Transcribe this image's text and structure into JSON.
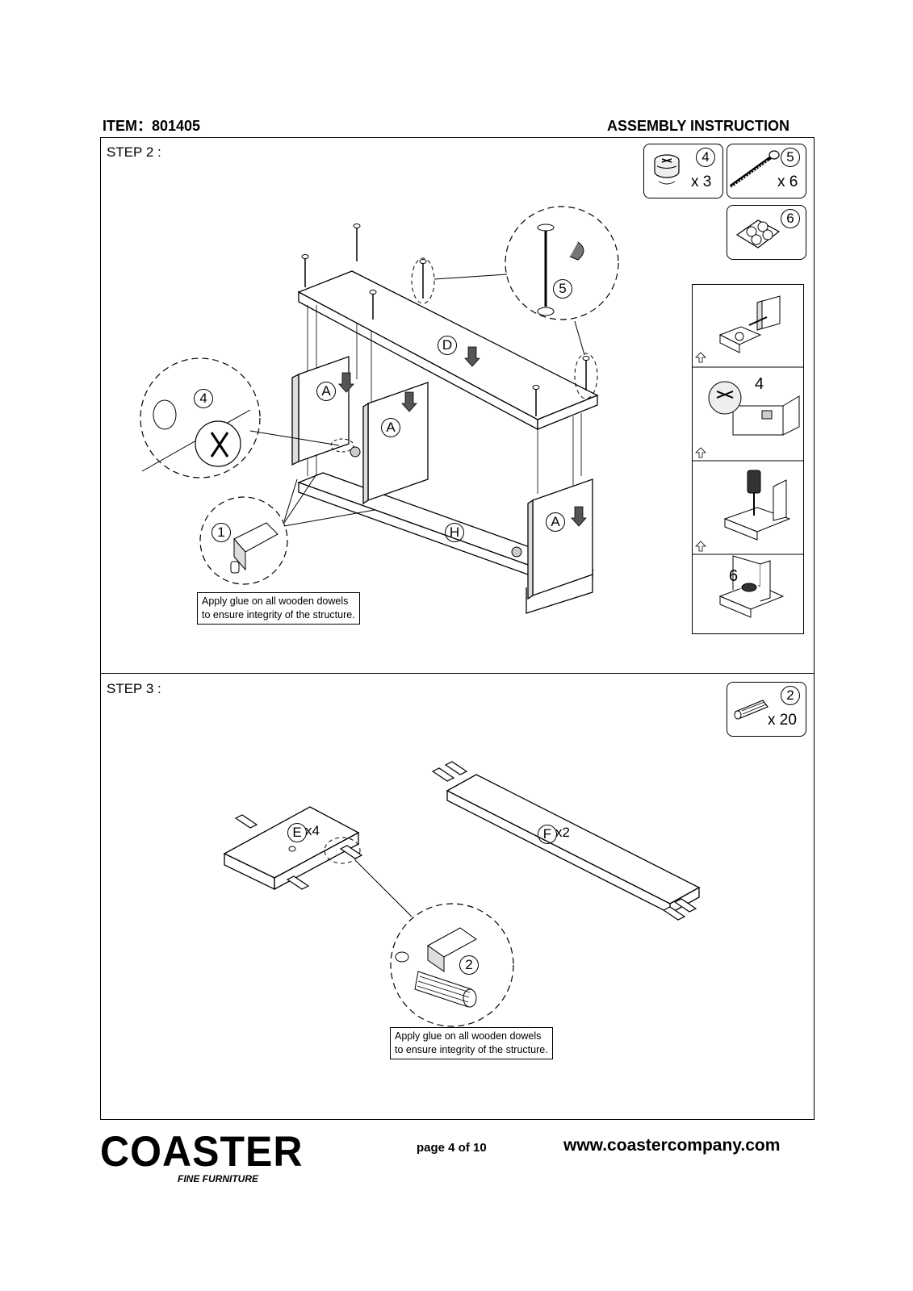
{
  "header": {
    "item_label": "ITEM：801405",
    "doc_title": "ASSEMBLY INSTRUCTION"
  },
  "step2": {
    "label": "STEP 2 :",
    "parts": [
      {
        "number": "4",
        "quantity": "x 3",
        "icon": "cam-lock-icon"
      },
      {
        "number": "5",
        "quantity": "x 6",
        "icon": "screw-bolt-icon"
      },
      {
        "number": "6",
        "quantity": "",
        "icon": "stickers-icon"
      }
    ],
    "callouts": {
      "detail_cam": "4",
      "detail_dowel": "1",
      "detail_screw": "5"
    },
    "panels": {
      "top": "D",
      "bottom": "H",
      "sides": [
        "A",
        "A",
        "A"
      ]
    },
    "sequence_numbers": [
      "4",
      "6"
    ],
    "note": [
      "Apply glue on all wooden dowels",
      "to ensure integrity of the structure."
    ]
  },
  "step3": {
    "label": "STEP 3 :",
    "parts": [
      {
        "number": "2",
        "quantity": "x 20",
        "icon": "wooden-dowel-icon"
      }
    ],
    "panels": {
      "short": "E",
      "short_qty": "x4",
      "long": "F",
      "long_qty": "x2"
    },
    "callouts": {
      "detail_dowel": "2"
    },
    "note": [
      "Apply glue on all wooden dowels",
      "to ensure integrity of the structure."
    ]
  },
  "footer": {
    "brand": "COASTER",
    "brand_sub": "FINE FURNITURE",
    "page": "page 4 of 10",
    "website": "www.coastercompany.com"
  }
}
